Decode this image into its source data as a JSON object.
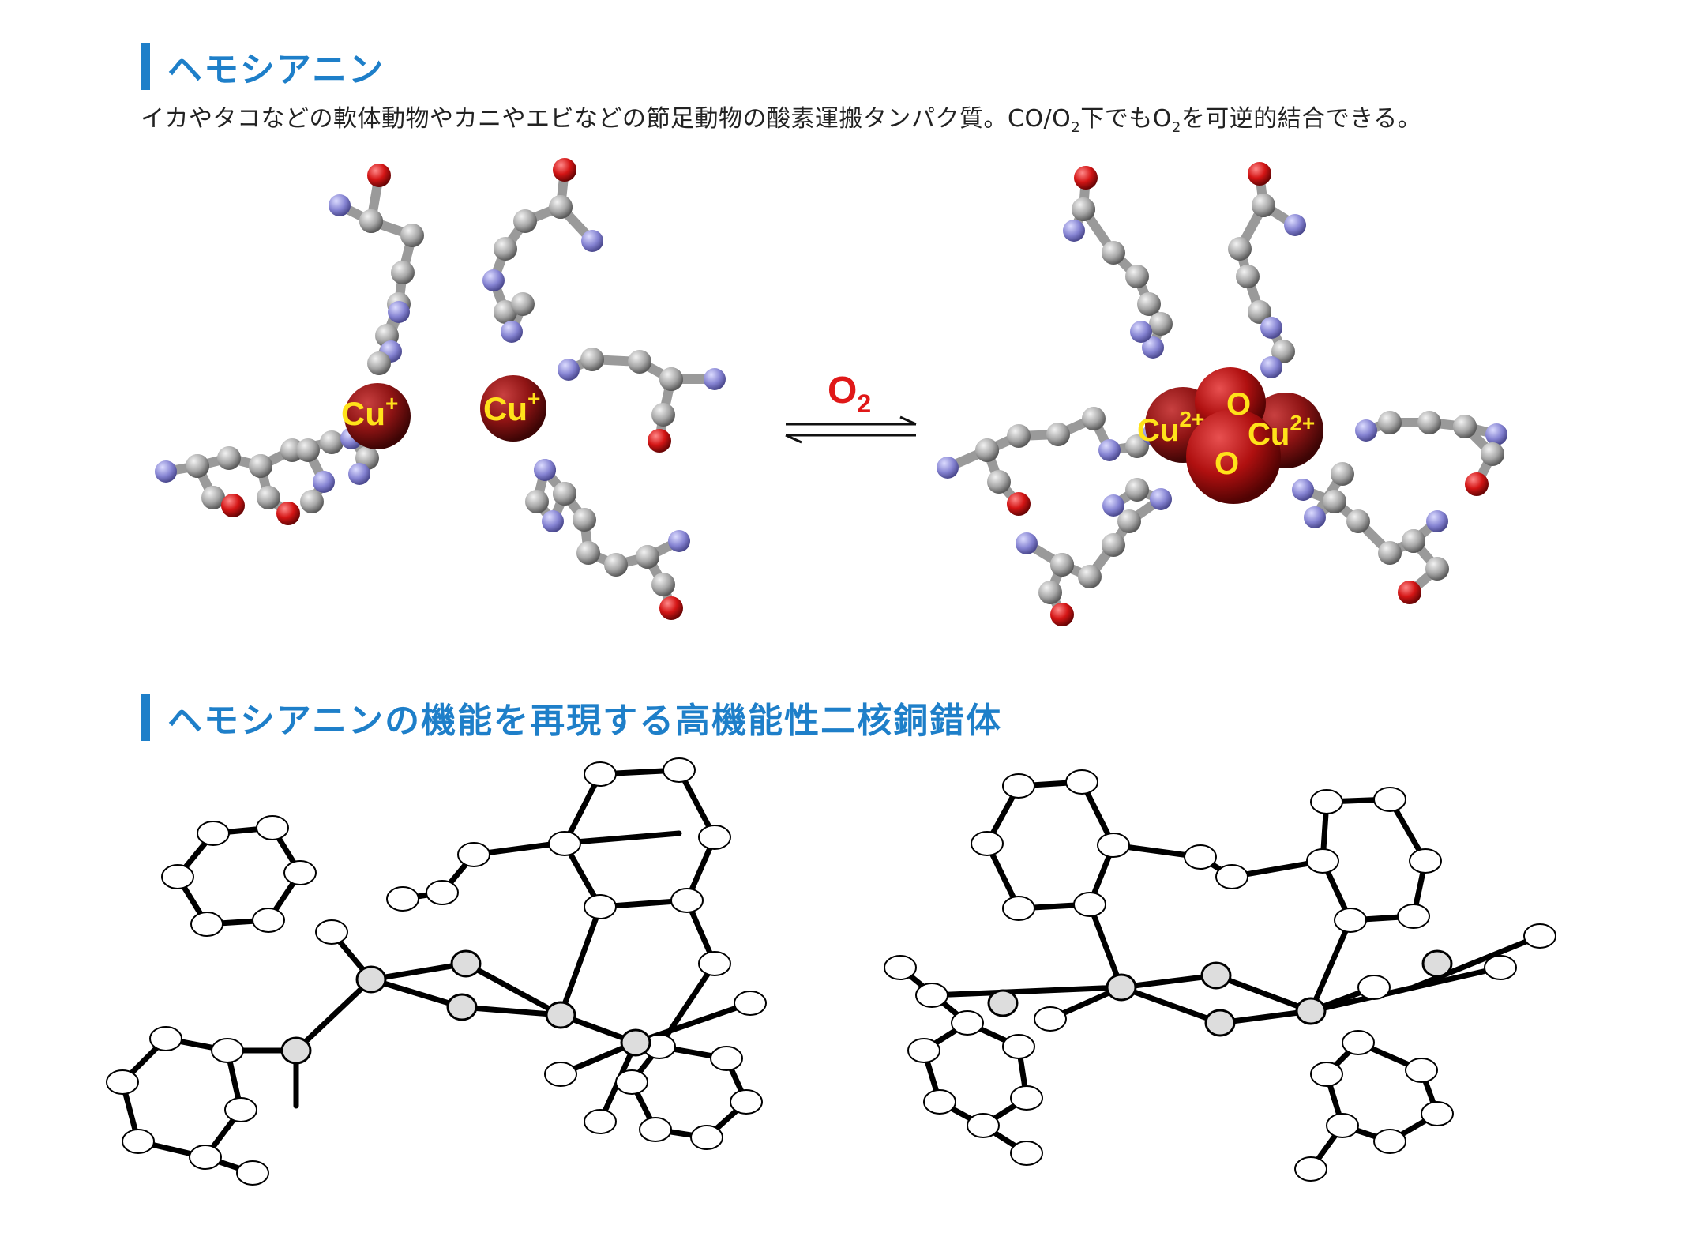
{
  "section1": {
    "title": "ヘモシアニン",
    "description_main": "イカやタコなどの軟体動物やカニやエビなどの節足動物の酸素運搬タンパク質。CO/O",
    "description_sub1": "2",
    "description_mid": "下でもO",
    "description_sub2": "2",
    "description_end": "を可逆的結合できる。"
  },
  "reaction": {
    "reagent_main": "O",
    "reagent_sub": "2",
    "left_cu_label": "Cu",
    "left_cu_charge": "+",
    "right_cu_label": "Cu",
    "right_cu_charge": "2+",
    "oxygen_label": "O"
  },
  "section2": {
    "title": "ヘモシアニンの機能を再現する高機能性二核銅錯体"
  },
  "colors": {
    "heading": "#1e7fc9",
    "carbon": "#a8a8a8",
    "nitrogen": "#8a88d6",
    "oxygen": "#d41515",
    "copper": "#8f1414",
    "label": "#ffe21a",
    "reagent": "#e01818"
  }
}
